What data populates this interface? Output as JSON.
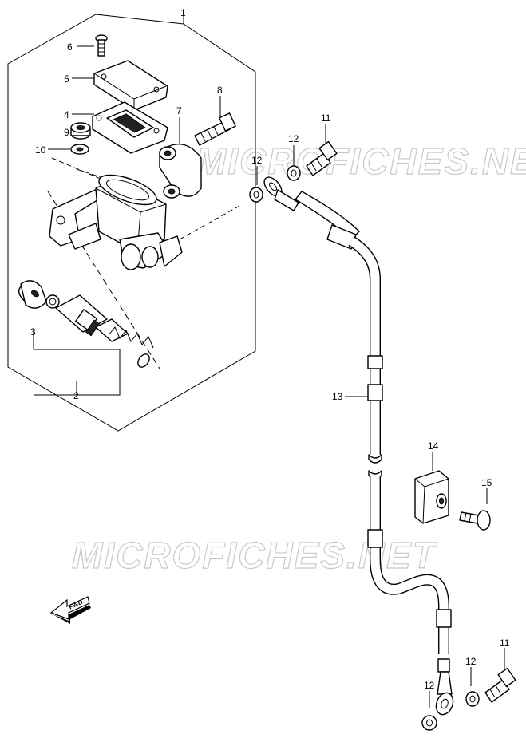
{
  "watermarks": [
    "MICROFICHES.NET",
    "MICROFICHES.NET"
  ],
  "fwd_label": "FWD",
  "callouts": {
    "c1": "1",
    "c2": "2",
    "c3": "3",
    "c4": "4",
    "c5": "5",
    "c6": "6",
    "c7": "7",
    "c8": "8",
    "c9": "9",
    "c10": "10",
    "c11a": "11",
    "c11b": "11",
    "c12a": "12",
    "c12b": "12",
    "c12c": "12",
    "c12d": "12",
    "c13": "13",
    "c14": "14",
    "c15": "15"
  }
}
